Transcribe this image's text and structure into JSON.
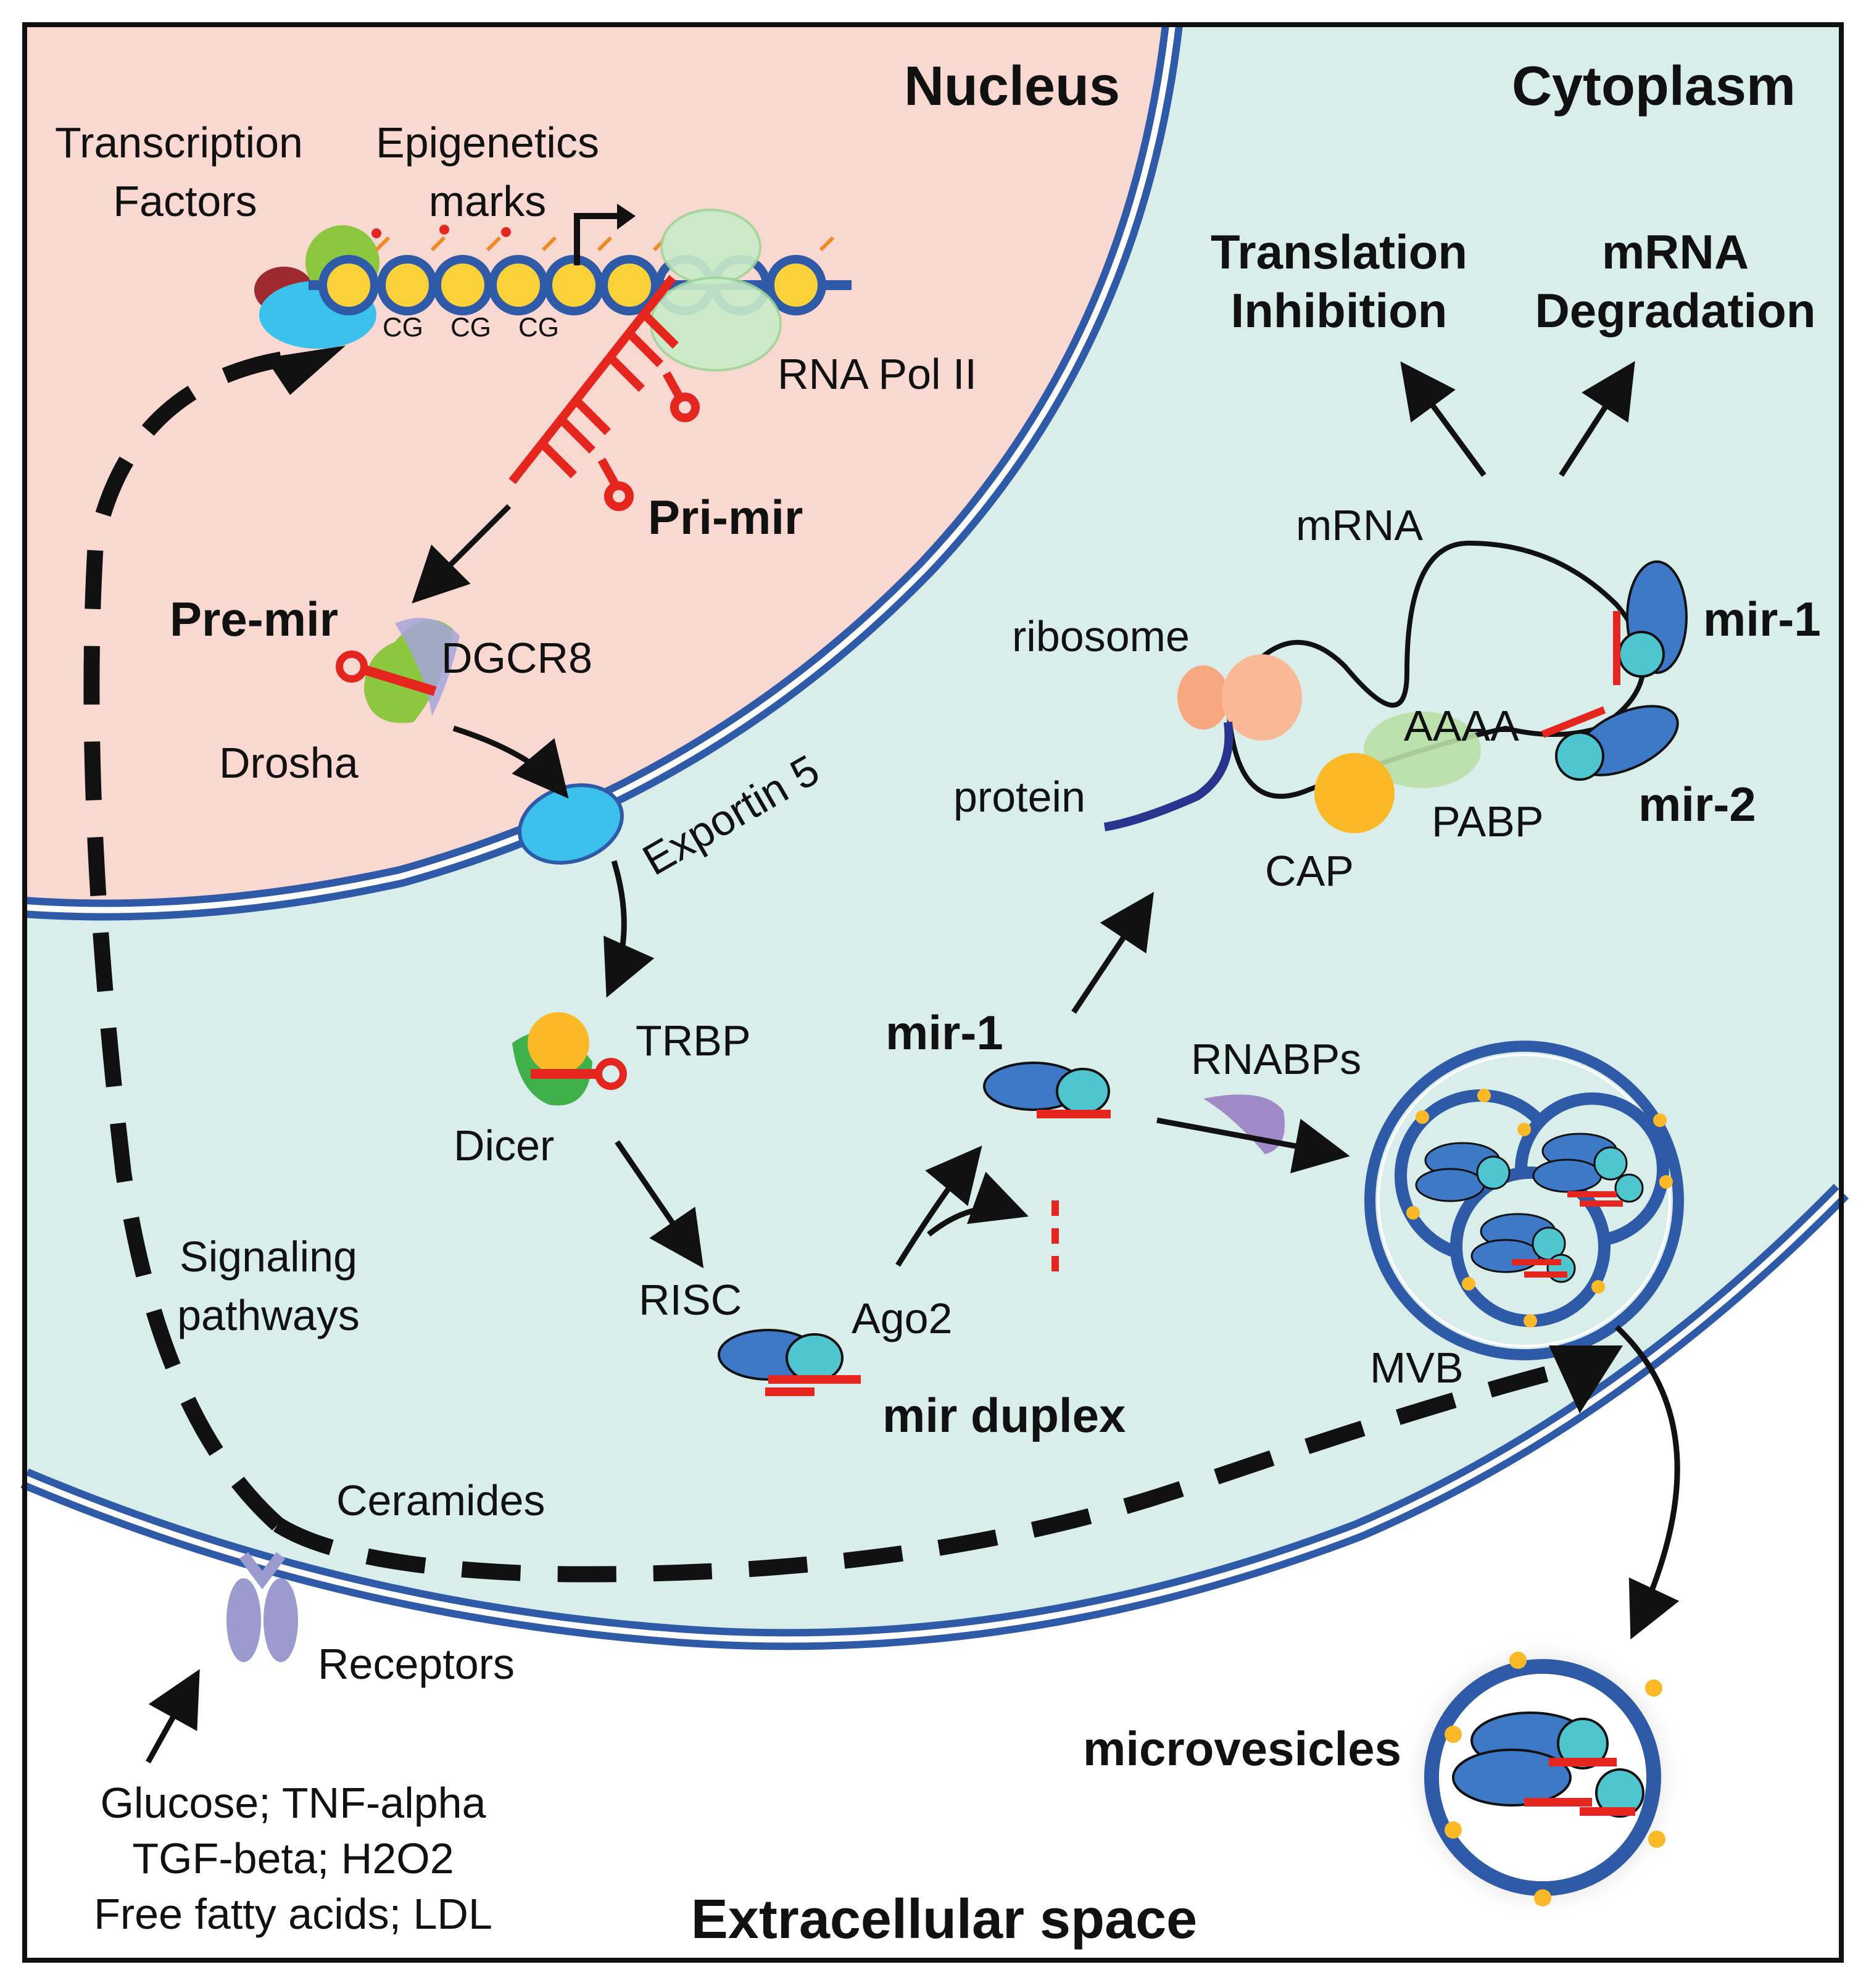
{
  "compartments": {
    "nucleus": "Nucleus",
    "cytoplasm": "Cytoplasm",
    "extracellular": "Extracellular space"
  },
  "labels": {
    "transcription_factors": [
      "Transcription",
      "Factors"
    ],
    "epigenetics_marks": [
      "Epigenetics",
      "marks"
    ],
    "cg": "CG",
    "rna_pol": "RNA Pol II",
    "pri_mir": "Pri-mir",
    "pre_mir": "Pre-mir",
    "dgcr8": "DGCR8",
    "drosha": "Drosha",
    "exportin": "Exportin 5",
    "trbp": "TRBP",
    "dicer": "Dicer",
    "risc": "RISC",
    "ago2": "Ago2",
    "mir_duplex": "mir duplex",
    "mir1_mid": "mir-1",
    "rnabps": "RNABPs",
    "mvb": "MVB",
    "microvesicles": "microvesicles",
    "signaling": [
      "Signaling",
      "pathways"
    ],
    "ceramides": "Ceramides",
    "receptors": "Receptors",
    "stimuli": [
      "Glucose; TNF-alpha",
      "TGF-beta; H2O2",
      "Free fatty acids; LDL"
    ],
    "translation_inhibition": [
      "Translation",
      "Inhibition"
    ],
    "mrna_degradation": [
      "mRNA",
      "Degradation"
    ],
    "mrna": "mRNA",
    "ribosome": "ribosome",
    "protein": "protein",
    "aaaa": "AAAA",
    "pabp": "PABP",
    "cap": "CAP",
    "mir1_right": "mir-1",
    "mir2_right": "mir-2"
  },
  "colors": {
    "nucleus_fill": "#f9d8d2",
    "cytoplasm_fill": "#d9eeea",
    "membrane": "#2e5aa8",
    "mirna_red": "#e4261f",
    "ago_blue": "#3d79c6",
    "ago_cyan": "#4fc5cf",
    "dicer_green": "#3fb04a",
    "drosha_green": "#8dc63f",
    "trbp_yellow": "#fbb927",
    "exportin_blue": "#3cc0ec",
    "receptor_purple": "#9b9bd0",
    "ribosome_orange": "#f7a880",
    "pabp_green": "#b8dfa6",
    "protein_navy": "#28348e"
  },
  "icons": [
    "dna-strand",
    "pri-mir-hairpin",
    "dgcr8-drosha-complex",
    "exportin-pore",
    "dicer-trbp-complex",
    "risc-complex",
    "mvb-vesicle",
    "microvesicle",
    "receptor",
    "ribosome",
    "pabp",
    "cap"
  ]
}
